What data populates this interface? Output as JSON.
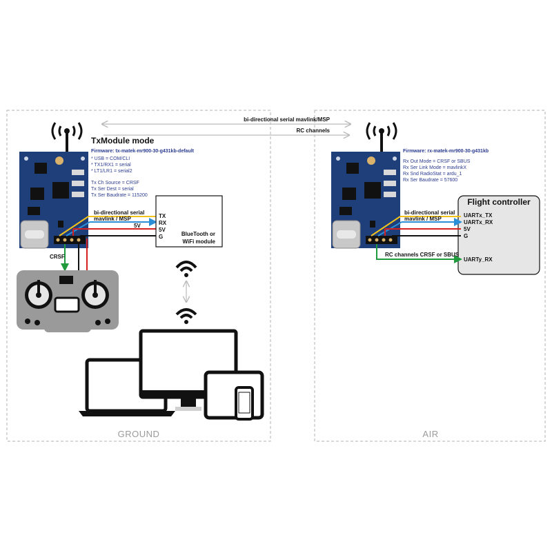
{
  "top": {
    "link_bidir": "bi-directional serial mavlink/MSP",
    "link_rc": "RC channels"
  },
  "ground": {
    "section_label": "GROUND",
    "title": "TxModule mode",
    "firmware": "Firmware: tx-matek-mr900-30-g431kb-default",
    "info": [
      "* USB = COM/CLI",
      "* TX1/RX1 = serial",
      "* LT1/LR1 = serial2",
      "",
      "Tx Ch Source = CRSF",
      "Tx Ser Dest = serial",
      "Tx Ser Baudrate = 115200"
    ],
    "wire_bidir": "bi-directional serial",
    "wire_mavlink": "mavlink / MSP",
    "wire_5v": "5V",
    "wire_crsf": "CRSF",
    "bt_box": {
      "pins": [
        "TX",
        "RX",
        "5V",
        "G"
      ],
      "line1": "BlueTooth or",
      "line2": "WiFi module"
    }
  },
  "air": {
    "section_label": "AIR",
    "firmware": "Firmware: rx-matek-mr900-30-g431kb",
    "info": [
      "Rx Out Mode = CRSF or SBUS",
      "Rx Ser Link Mode = mavlinkX",
      "Rx Snd RadioStat = ardu_1",
      "Rx Ser Baudrate = 57600"
    ],
    "wire_bidir": "bi-directional serial",
    "wire_mavlink": "mavlink / MSP",
    "wire_rc": "RC channels CRSF or SBUS",
    "fc": {
      "title": "Flight controller",
      "pins": [
        "UARTx_TX",
        "UARTx_RX",
        "5V",
        "G"
      ],
      "uart_y": "UARTy_RX"
    }
  },
  "colors": {
    "board": "#1f3f7a",
    "wire_yellow": "#f2c21b",
    "wire_blue": "#2b8fd8",
    "wire_red": "#d62020",
    "wire_green": "#1f9a3c",
    "wire_black": "#111111",
    "dash": "#b0b0b0",
    "text_blue": "#2a3b8f"
  }
}
